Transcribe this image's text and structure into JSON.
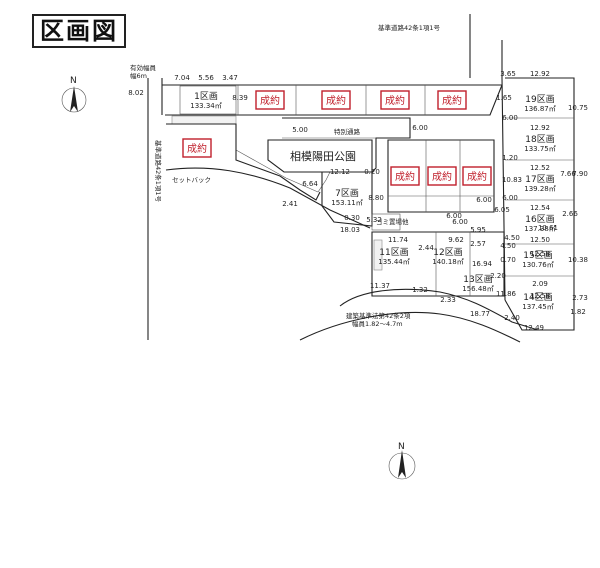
{
  "title": "区画図",
  "labels": {
    "park": "相模陽田公園",
    "setback": "セットバック",
    "road_top": "基準道路42条1項1号",
    "road_left": "基準道路42条1項1号",
    "road_setback_top": "有効幅員",
    "road_setback_bottom": "幅6m",
    "road_bottom_1": "建築基準法第42条2項",
    "road_bottom_2": "幅員1.82〜4.7m",
    "road_mid": "特別通路",
    "gas": "ゴミ置場他",
    "north": "N",
    "north_bottom": "N"
  },
  "sold_label": "成約",
  "lots": [
    {
      "no": "1区画",
      "area": "133.34㎡"
    },
    {
      "no": "7区画",
      "area": "153.11㎡"
    },
    {
      "no": "11区画",
      "area": "135.44㎡"
    },
    {
      "no": "12区画",
      "area": "140.18㎡"
    },
    {
      "no": "13区画",
      "area": "156.48㎡"
    },
    {
      "no": "14区画",
      "area": "137.45㎡"
    },
    {
      "no": "15区画",
      "area": "130.76㎡"
    },
    {
      "no": "16区画",
      "area": "137.38㎡"
    },
    {
      "no": "17区画",
      "area": "139.28㎡"
    },
    {
      "no": "18区画",
      "area": "133.75㎡"
    },
    {
      "no": "19区画",
      "area": "136.87㎡"
    }
  ],
  "dims": [
    "7.04",
    "5.56",
    "3.47",
    "8.39",
    "8.02",
    "5.00",
    "12.12",
    "0.20",
    "2.41",
    "6.64",
    "0.30",
    "8.80",
    "5.32",
    "18.03",
    "11.74",
    "9.62",
    "2.44",
    "6.00",
    "11.37",
    "1.32",
    "2.33",
    "3.65",
    "12.92",
    "6.00",
    "12.92",
    "10.75",
    "12.52",
    "7.66",
    "7.90",
    "12.54",
    "10.61",
    "2.66",
    "12.50",
    "10.38",
    "12.58",
    "2.09",
    "12.58",
    "2.73",
    "1.82",
    "12.49",
    "2.40",
    "18.77",
    "5.95",
    "2.57",
    "4.50",
    "0.70",
    "2.20",
    "16.94",
    "4.50",
    "11.86",
    "6.00",
    "1.65",
    "10.83",
    "6.00",
    "1.20",
    "6.00",
    "6.00",
    "6.05"
  ]
}
